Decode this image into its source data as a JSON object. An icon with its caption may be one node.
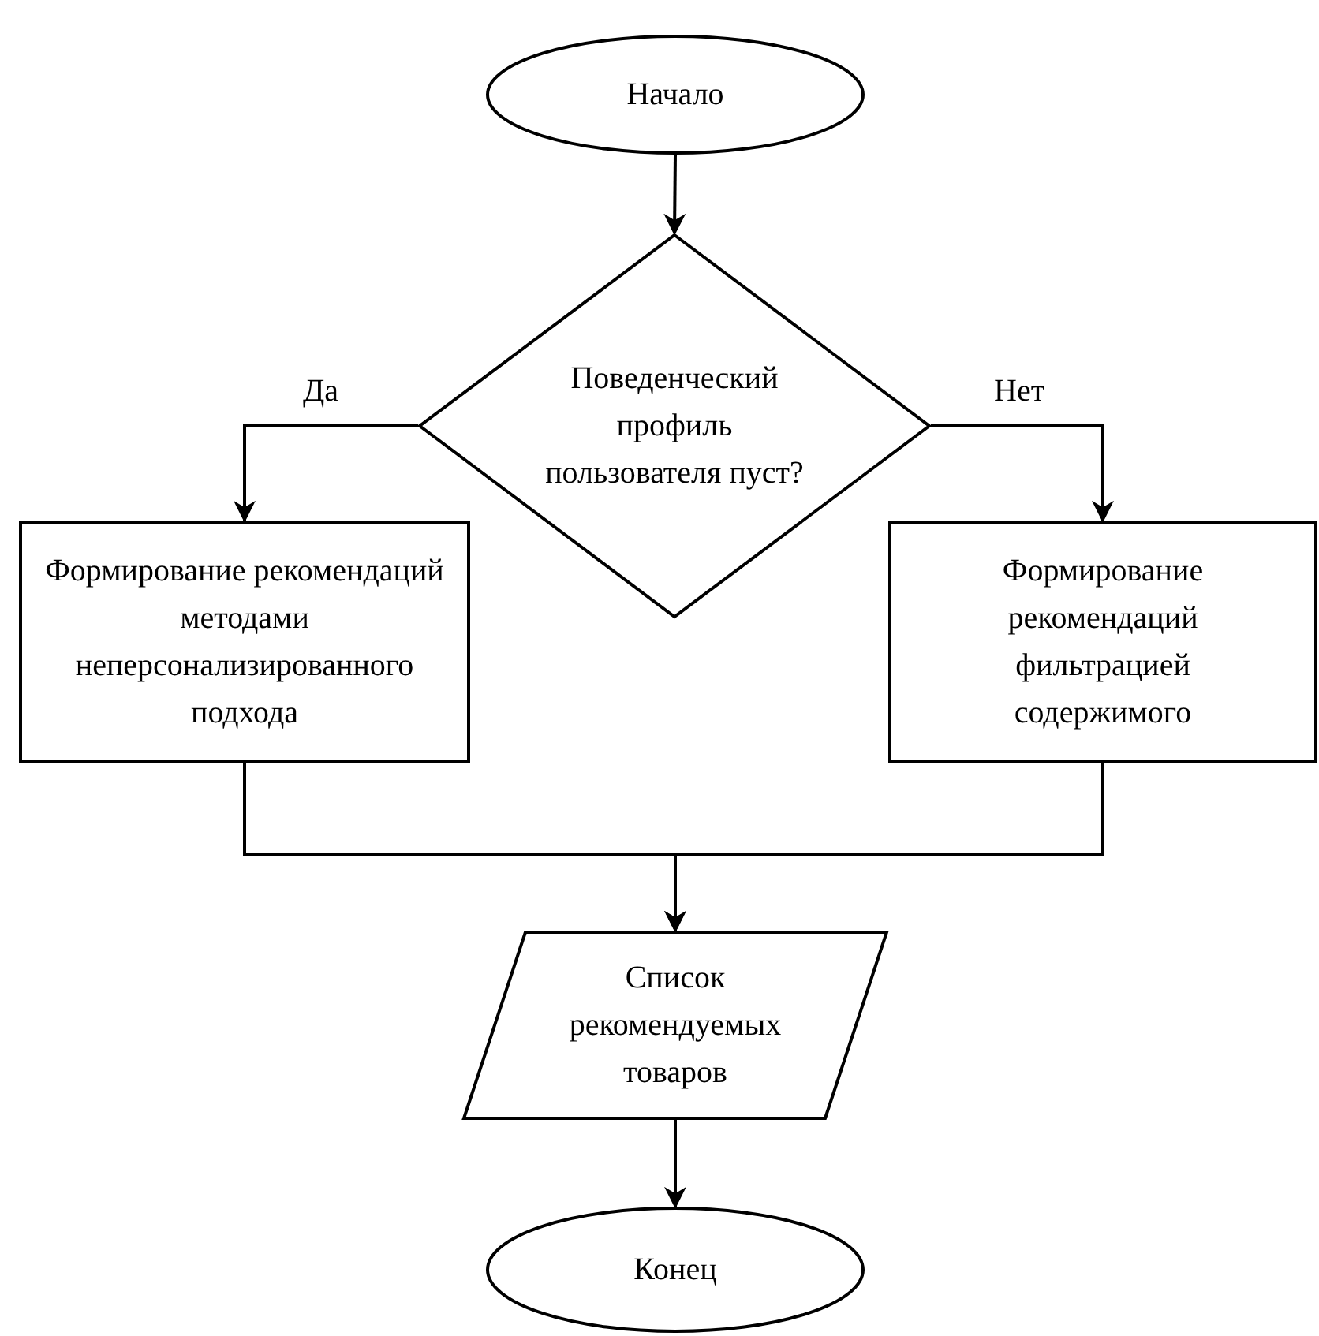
{
  "diagram": {
    "nodes": [
      {
        "text": [
          "Начало"
        ]
      },
      {
        "text": [
          "Поведенческий профиль пользователя пуст?"
        ]
      },
      {
        "text": [
          "Формирование рекомендаций методами неперсонализированного подхода"
        ]
      },
      {
        "text": [
          "Формирование рекомендаций фильтрацией содержимого"
        ]
      },
      {
        "text": [
          "Список рекомендуемых товаров"
        ]
      },
      {
        "text": [
          "Конец"
        ]
      }
    ],
    "edges": [
      {
        "from": 0,
        "to": 1,
        "arrow": "to"
      },
      {
        "from": 1,
        "to": 2,
        "arrow": "to",
        "label": "Да"
      },
      {
        "from": 1,
        "to": 3,
        "arrow": "to",
        "label": "Нет"
      },
      {
        "from": 2,
        "to": 4,
        "arrow": "to"
      },
      {
        "from": 3,
        "to": 4,
        "arrow": "to"
      },
      {
        "from": 4,
        "to": 5,
        "arrow": "to"
      }
    ]
  }
}
